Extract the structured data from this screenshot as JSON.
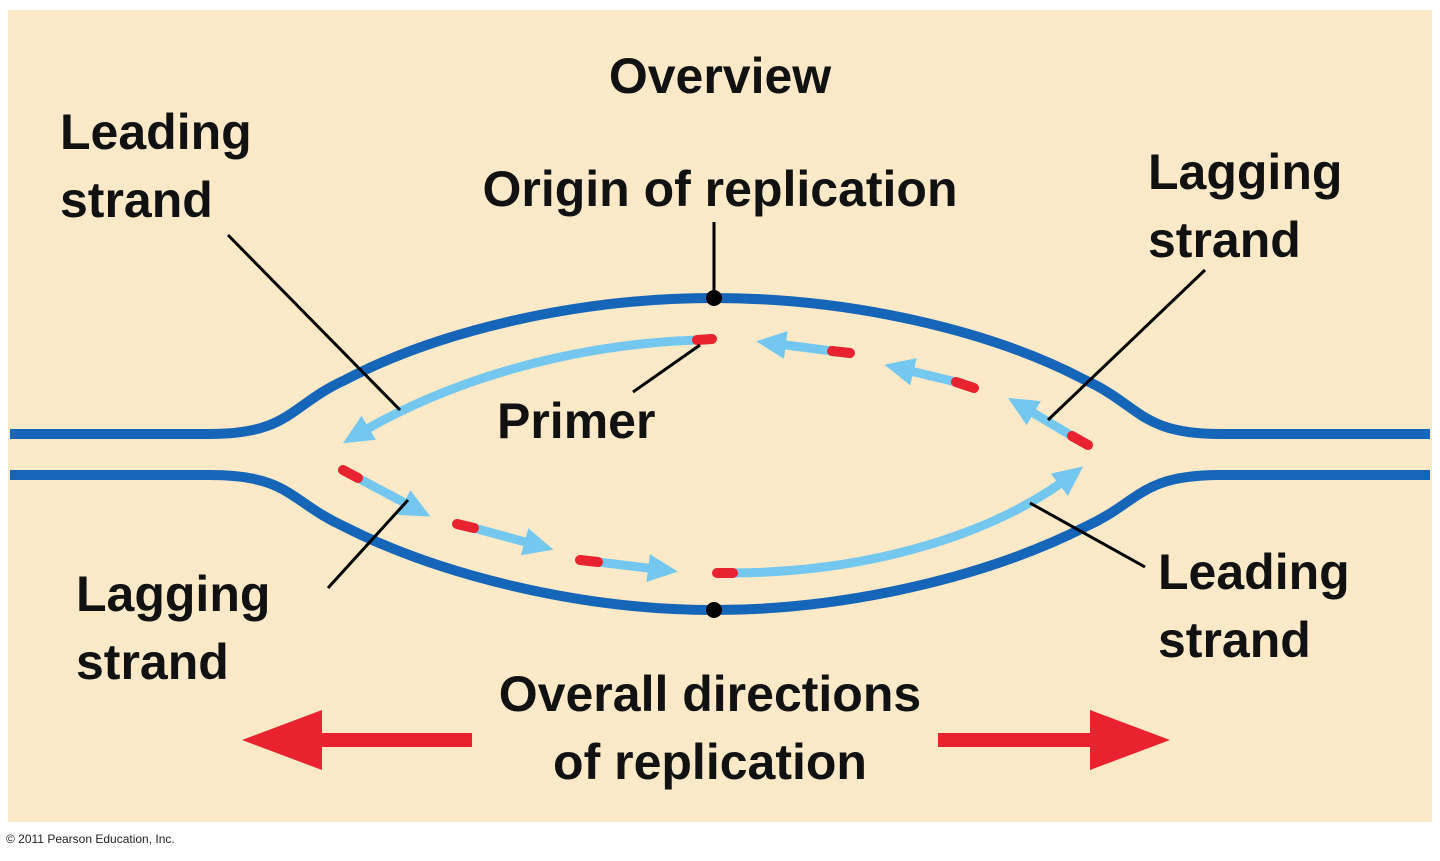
{
  "title": "Overview",
  "labels": {
    "origin": "Origin of replication",
    "primer": "Primer",
    "top_left": [
      "Leading",
      "strand"
    ],
    "top_right": [
      "Lagging",
      "strand"
    ],
    "bottom_left": [
      "Lagging",
      "strand"
    ],
    "bottom_right": [
      "Leading",
      "strand"
    ],
    "directions": [
      "Overall directions",
      "of replication"
    ]
  },
  "copyright": "© 2011 Pearson Education, Inc.",
  "colors": {
    "background": "#fbe9c8",
    "parental_strand": "#1565b8",
    "new_strand": "#74c8f0",
    "primer": "#e8232f",
    "direction_arrow": "#e8232f",
    "text": "#111111"
  }
}
